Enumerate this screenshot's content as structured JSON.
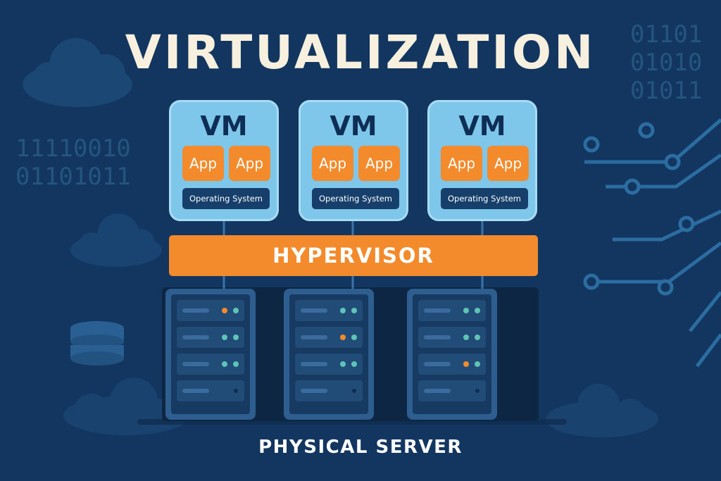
{
  "title": "VIRTUALIZATION",
  "vms": [
    {
      "label": "VM",
      "apps": [
        "App",
        "App"
      ],
      "os": "Operating System"
    },
    {
      "label": "VM",
      "apps": [
        "App",
        "App"
      ],
      "os": "Operating System"
    },
    {
      "label": "VM",
      "apps": [
        "App",
        "App"
      ],
      "os": "Operating System"
    }
  ],
  "hypervisor": "HYPERVISOR",
  "footer": "PHYSICAL SERVER",
  "binary_text": [
    "01101",
    "01010",
    "01011",
    "11110010",
    "01101011"
  ],
  "colors": {
    "background": "#12365f",
    "vm_box": "#7ec6ea",
    "accent_orange": "#f38a2b",
    "os_bar": "#163f6b",
    "title": "#f7f0de",
    "led_teal": "#5ec4b6"
  },
  "icons": [
    "cloud-icon",
    "database-icon",
    "circuit-icon",
    "server-rack-icon"
  ],
  "servers": [
    {
      "leds": [
        [
          "orange",
          "teal"
        ],
        [
          "teal",
          "teal"
        ],
        [
          "teal",
          "teal"
        ],
        [
          "none",
          "none"
        ]
      ]
    },
    {
      "leds": [
        [
          "teal",
          "teal"
        ],
        [
          "orange",
          "teal"
        ],
        [
          "teal",
          "teal"
        ],
        [
          "none",
          "none"
        ]
      ]
    },
    {
      "leds": [
        [
          "teal",
          "teal"
        ],
        [
          "teal",
          "teal"
        ],
        [
          "orange",
          "teal"
        ],
        [
          "none",
          "none"
        ]
      ]
    }
  ]
}
